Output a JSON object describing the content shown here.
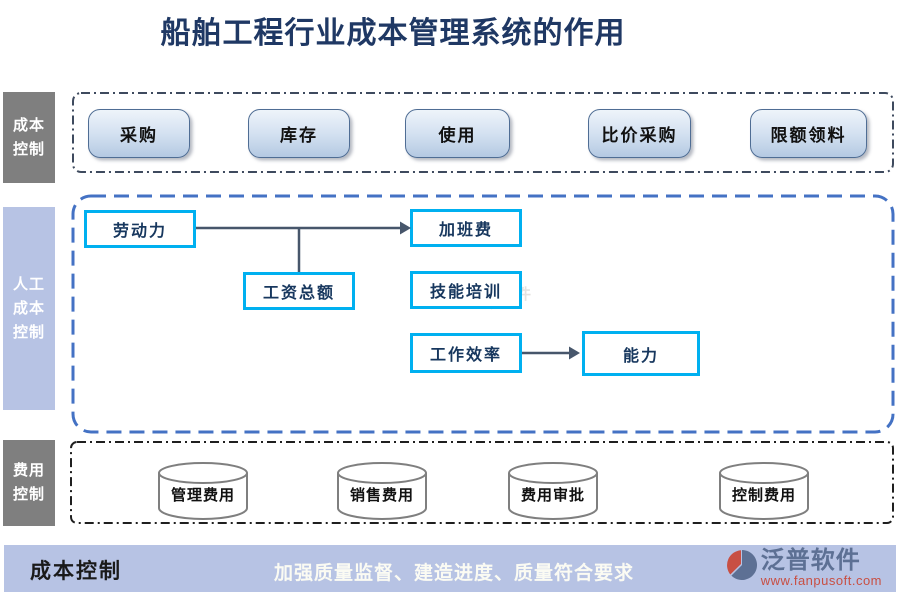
{
  "title": "船舶工程行业成本管理系统的作用",
  "band_cost": {
    "label": "成本控制",
    "items": [
      "采购",
      "库存",
      "使用",
      "比价采购",
      "限额领料"
    ]
  },
  "band_labor": {
    "label": "人工成本控制",
    "nodes": {
      "labor": "劳动力",
      "wage": "工资总额",
      "overtime": "加班费",
      "training": "技能培训",
      "efficiency": "工作效率",
      "ability": "能力"
    }
  },
  "band_expense": {
    "label": "费用控制",
    "items": [
      "管理费用",
      "销售费用",
      "费用审批",
      "控制费用"
    ]
  },
  "footer": {
    "left_label": "成本控制",
    "slogan": "加强质量监督、建造进度、质量符合要求",
    "brand": "泛普软件",
    "website": "www.fanpusoft.com"
  },
  "watermark": {
    "brand": "泛普软件",
    "website": "www.fanpusoft.com"
  },
  "colors": {
    "title_navy": "#1f3864",
    "node_border_cyan": "#00b0f0",
    "band2_border_blue": "#4472c4",
    "sidebar_gray": "#7f7f7f",
    "sidebar_periwinkle": "#b7c3e4",
    "brand_slate": "#5d7094",
    "brand_red": "#c84f43"
  }
}
